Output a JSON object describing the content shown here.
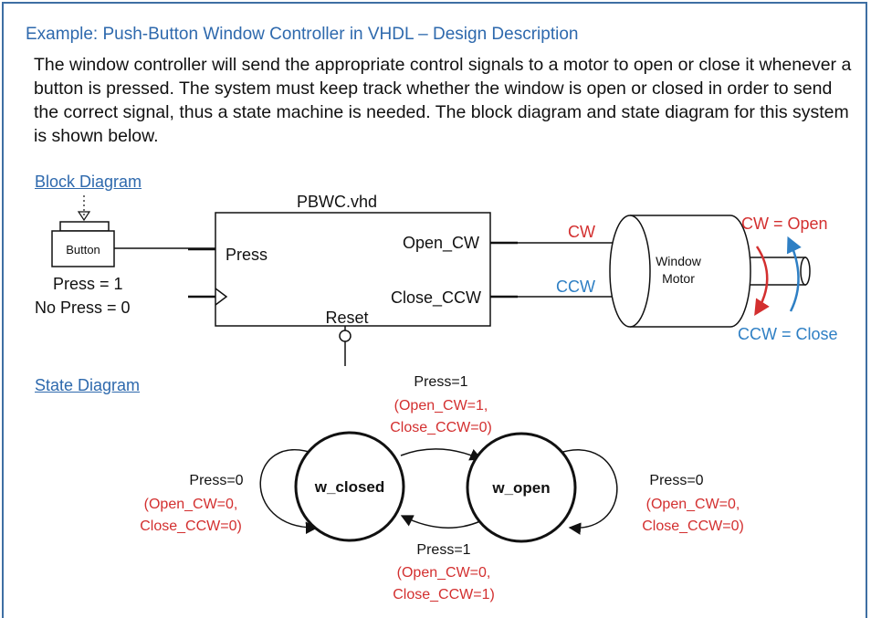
{
  "title": "Example: Push-Button Window Controller in VHDL – Design Description",
  "description": "The window controller will send the appropriate control signals to a motor to open or close it whenever a button is pressed.  The system must keep track whether the window is open or closed in order to send the correct signal, thus a state machine is needed.  The block diagram and state diagram for this system is shown below.",
  "block_diagram": {
    "heading": "Block Diagram",
    "entity_name": "PBWC.vhd",
    "button_label": "Button",
    "press_1": "Press = 1",
    "press_0": "No Press = 0",
    "port_press": "Press",
    "port_open": "Open_CW",
    "port_close": "Close_CCW",
    "port_reset": "Reset",
    "signal_cw": "CW",
    "signal_ccw": "CCW",
    "motor_line1": "Window",
    "motor_line2": "Motor",
    "cw_open": "CW = Open",
    "ccw_close": "CCW = Close"
  },
  "state_diagram": {
    "heading": "State Diagram",
    "state_closed": "w_closed",
    "state_open": "w_open",
    "top_press": "Press=1",
    "top_out1": "(Open_CW=1,",
    "top_out2": "Close_CCW=0)",
    "bottom_press": "Press=1",
    "bottom_out1": "(Open_CW=0,",
    "bottom_out2": "Close_CCW=1)",
    "left_press": "Press=0",
    "left_out1": "(Open_CW=0,",
    "left_out2": "Close_CCW=0)",
    "right_press": "Press=0",
    "right_out1": "(Open_CW=0,",
    "right_out2": "Close_CCW=0)"
  },
  "colors": {
    "frame": "#3e6fa3",
    "title": "#2e69ad",
    "red": "#d32f2f",
    "blue": "#2e7fc4"
  }
}
